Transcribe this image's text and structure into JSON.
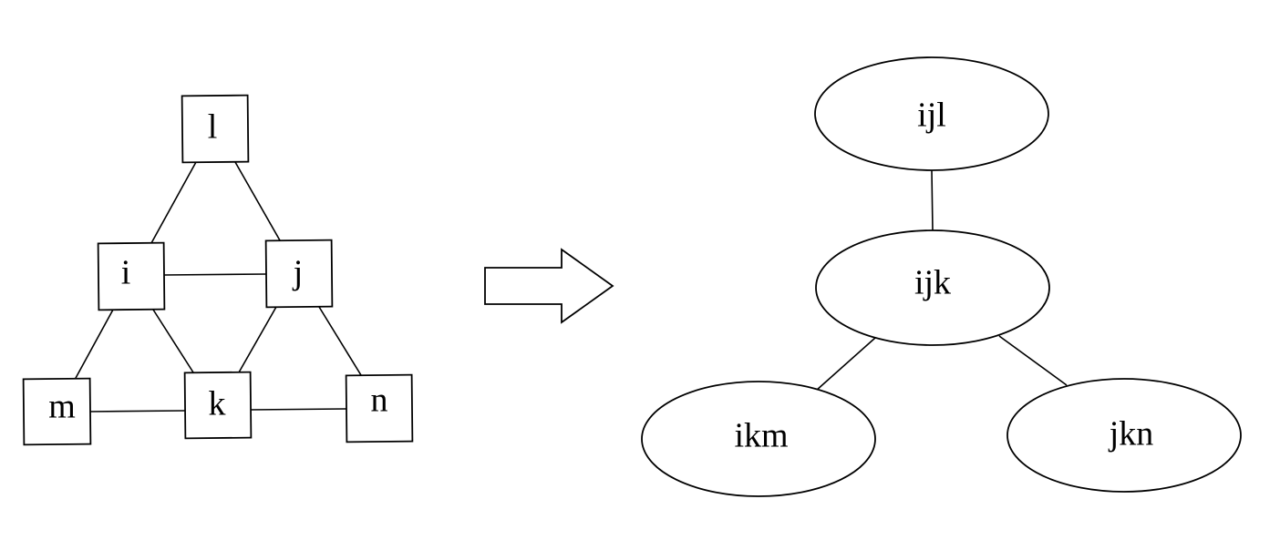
{
  "graph": {
    "nodes": [
      {
        "id": "l",
        "label": "l"
      },
      {
        "id": "i",
        "label": "i"
      },
      {
        "id": "j",
        "label": "j"
      },
      {
        "id": "m",
        "label": "m"
      },
      {
        "id": "k",
        "label": "k"
      },
      {
        "id": "n",
        "label": "n"
      }
    ],
    "edges": [
      [
        "l",
        "i"
      ],
      [
        "l",
        "j"
      ],
      [
        "i",
        "j"
      ],
      [
        "i",
        "m"
      ],
      [
        "i",
        "k"
      ],
      [
        "j",
        "k"
      ],
      [
        "j",
        "n"
      ],
      [
        "m",
        "k"
      ],
      [
        "k",
        "n"
      ]
    ]
  },
  "transform_arrow": {
    "icon": "right-arrow-icon"
  },
  "clique_tree": {
    "nodes": [
      {
        "id": "ijl",
        "label": "ijl"
      },
      {
        "id": "ijk",
        "label": "ijk"
      },
      {
        "id": "ikm",
        "label": "ikm"
      },
      {
        "id": "jkn",
        "label": "jkn"
      }
    ],
    "edges": [
      [
        "ijl",
        "ijk"
      ],
      [
        "ijk",
        "ikm"
      ],
      [
        "ijk",
        "jkn"
      ]
    ]
  }
}
